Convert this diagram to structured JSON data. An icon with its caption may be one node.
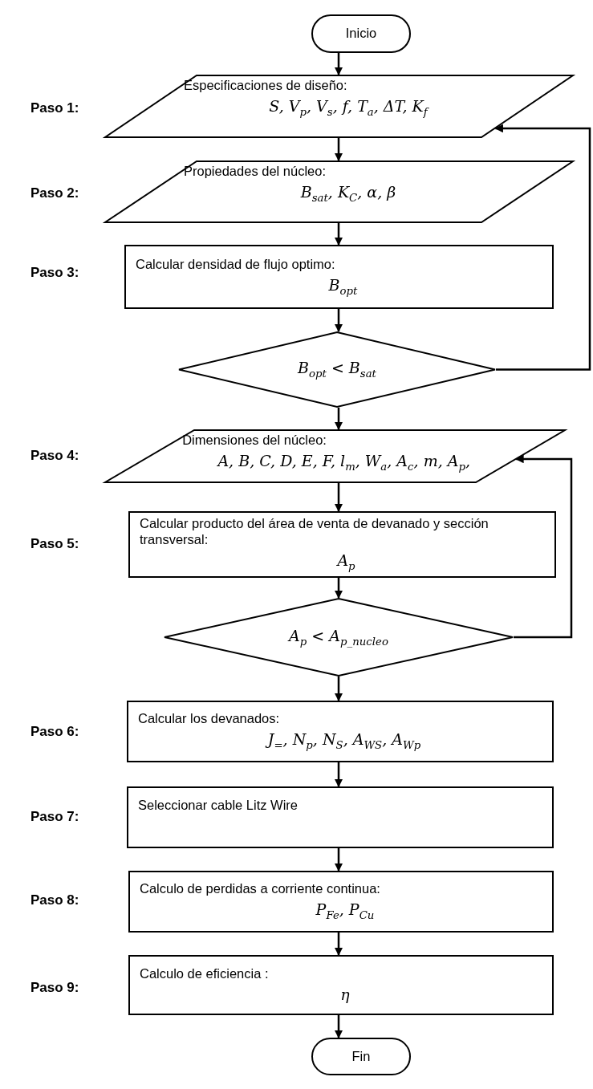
{
  "diagram": {
    "nodes": [
      {
        "text": [
          "Inicio"
        ]
      },
      {
        "text": [
          "Especificaciones de diseño:",
          "S, V$_{p}$, V$_{s}$, f, T$_{a}$, ΔT, K$_{f}$"
        ],
        "beside": [
          "Paso 1:"
        ]
      },
      {
        "text": [
          "Propiedades del núcleo:",
          "B$_{sat}$, K$_{C}$, α, β"
        ],
        "beside": [
          "Paso 2:"
        ]
      },
      {
        "text": [
          "Calcular densidad de flujo optimo:",
          "B$_{opt}$"
        ],
        "beside": [
          "Paso 3:"
        ]
      },
      {
        "text": [
          "B$_{opt}$ < B$_{sat}$"
        ]
      },
      {
        "text": [
          "Dimensiones del núcleo:",
          "A, B, C, D, E, F, l$_{m}$, W$_{a}$, A$_{c}$, m, A$_{p}$,"
        ],
        "beside": [
          "Paso 4:"
        ]
      },
      {
        "text": [
          "Calcular producto del área de venta de devanado y sección transversal:",
          "A$_{p}$"
        ],
        "beside": [
          "Paso 5:"
        ]
      },
      {
        "text": [
          "A$_{p}$ < A$_{p_nucleo}$"
        ]
      },
      {
        "text": [
          "Calcular los devanados:",
          "J$_{=}$, N$_{p}$, N$_{S}$, A$_{WS}$, A$_{Wp}$"
        ],
        "beside": [
          "Paso 6:"
        ]
      },
      {
        "text": [
          "Seleccionar cable Litz Wire"
        ],
        "beside": [
          "Paso 7:"
        ]
      },
      {
        "text": [
          "Calculo de perdidas a corriente continua:",
          "P$_{Fe}$, P$_{Cu}$"
        ],
        "beside": [
          "Paso 8:"
        ]
      },
      {
        "text": [
          "Calculo de eficiencia :",
          "η"
        ],
        "beside": [
          "Paso 9:"
        ]
      },
      {
        "text": [
          "Fin"
        ]
      }
    ],
    "edges": [
      {
        "from": 0,
        "to": 1,
        "arrow": "to"
      },
      {
        "from": 1,
        "to": 2,
        "arrow": "to"
      },
      {
        "from": 2,
        "to": 3,
        "arrow": "to"
      },
      {
        "from": 3,
        "to": 4,
        "arrow": "to"
      },
      {
        "from": 4,
        "to": 5,
        "arrow": "to"
      },
      {
        "from": 4,
        "to": 1,
        "arrow": "to"
      },
      {
        "from": 5,
        "to": 6,
        "arrow": "to"
      },
      {
        "from": 6,
        "to": 7,
        "arrow": "to"
      },
      {
        "from": 7,
        "to": 5,
        "arrow": "to"
      },
      {
        "from": 7,
        "to": 8,
        "arrow": "to"
      },
      {
        "from": 8,
        "to": 9,
        "arrow": "to"
      },
      {
        "from": 9,
        "to": 10,
        "arrow": "to"
      },
      {
        "from": 10,
        "to": 11,
        "arrow": "to"
      },
      {
        "from": 11,
        "to": 12,
        "arrow": "to"
      }
    ]
  }
}
